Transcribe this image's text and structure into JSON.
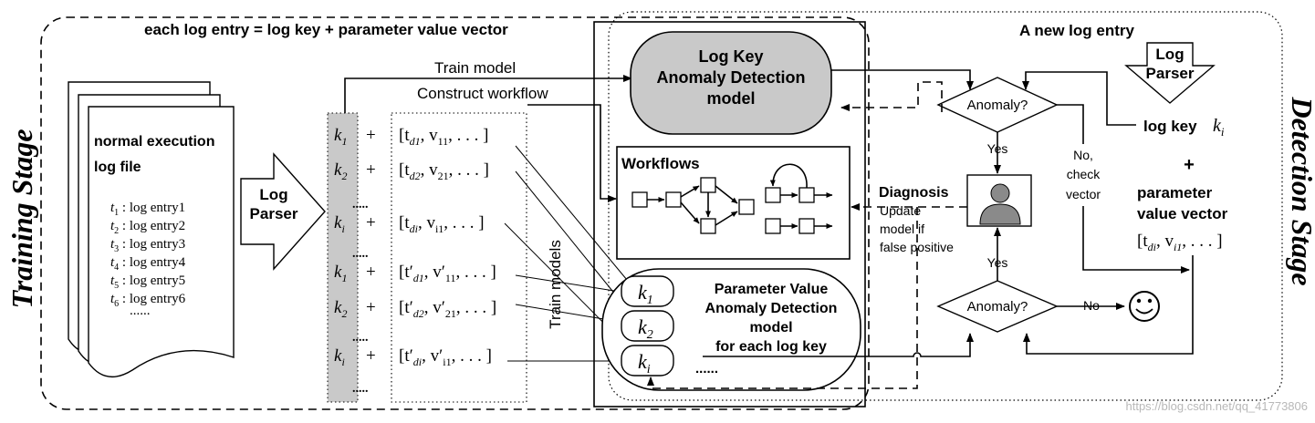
{
  "stages": {
    "training": "Training Stage",
    "detection": "Detection Stage"
  },
  "top_formula": "each log entry = log key + parameter value vector",
  "new_log_entry": "A new log entry",
  "log_file": {
    "title_line1": "normal execution",
    "title_line2": "log file",
    "entries": [
      {
        "t": "t",
        "sub": "1",
        "text": ": log entry1"
      },
      {
        "t": "t",
        "sub": "2",
        "text": ": log entry2"
      },
      {
        "t": "t",
        "sub": "3",
        "text": ": log entry3"
      },
      {
        "t": "t",
        "sub": "4",
        "text": ": log entry4"
      },
      {
        "t": "t",
        "sub": "5",
        "text": ": log entry5"
      },
      {
        "t": "t",
        "sub": "6",
        "text": ": log entry6"
      }
    ],
    "ellipsis": "......"
  },
  "log_parser": {
    "line1": "Log",
    "line2": "Parser"
  },
  "arrows": {
    "train_model": "Train model",
    "construct_workflow": "Construct workflow",
    "train_models": "Train models",
    "yes_top": "Yes",
    "yes_bottom": "Yes",
    "no_check_line1": "No,",
    "no_check_line2": "check",
    "no_check_line3": "vector",
    "no": "No"
  },
  "key_rows": [
    {
      "key": "k",
      "ksub": "1",
      "vec": "[t",
      "vsub1": "d1",
      "v": ", v",
      "vsub2": "11",
      "tail": ", . . . ]"
    },
    {
      "key": "k",
      "ksub": "2",
      "vec": "[t",
      "vsub1": "d2",
      "v": ", v",
      "vsub2": "21",
      "tail": ", . . . ]"
    },
    {
      "key": "k",
      "ksub": "i",
      "vec": "[t",
      "vsub1": "di",
      "v": ", v",
      "vsub2": "i1",
      "tail": ", . . . ]"
    },
    {
      "key": "k",
      "ksub": "1",
      "vec": "[t′",
      "vsub1": "d1",
      "v": ", v′",
      "vsub2": "11",
      "tail": ", . . . ]"
    },
    {
      "key": "k",
      "ksub": "2",
      "vec": "[t′",
      "vsub1": "d2",
      "v": ", v′",
      "vsub2": "21",
      "tail": ", . . . ]"
    },
    {
      "key": "k",
      "ksub": "i",
      "vec": "[t′",
      "vsub1": "di",
      "v": ", v′",
      "vsub2": "i1",
      "tail": ", . . . ]"
    }
  ],
  "plus": "+",
  "dots_short": ".....",
  "logkey_model": {
    "line1": "Log Key",
    "line2": "Anomaly Detection",
    "line3": "model"
  },
  "workflows_title": "Workflows",
  "param_model": {
    "line1": "Parameter Value",
    "line2": "Anomaly Detection",
    "line3": "model",
    "line4": "for each log key",
    "keys": [
      {
        "k": "k",
        "sub": "1"
      },
      {
        "k": "k",
        "sub": "2"
      },
      {
        "k": "k",
        "sub": "i"
      }
    ],
    "more": "......"
  },
  "anomaly_question": "Anomaly?",
  "diagnosis": {
    "title": "Diagnosis",
    "line1": "Update",
    "line2": "model if",
    "line3": "false positive"
  },
  "detection": {
    "log_key_label": "log key",
    "log_key_var": "k",
    "log_key_sub": "i",
    "plus": "+",
    "param_line1": "parameter",
    "param_line2": "value vector",
    "vec_open": "[t",
    "vec_sub1": "di",
    "vec_mid": ", v",
    "vec_sub2": "i1",
    "vec_tail": ", . . . ]"
  },
  "watermark": "https://blog.csdn.net/qq_41773806",
  "icons": [
    "user-icon",
    "smiley-icon",
    "log-parser-arrow-icon"
  ]
}
